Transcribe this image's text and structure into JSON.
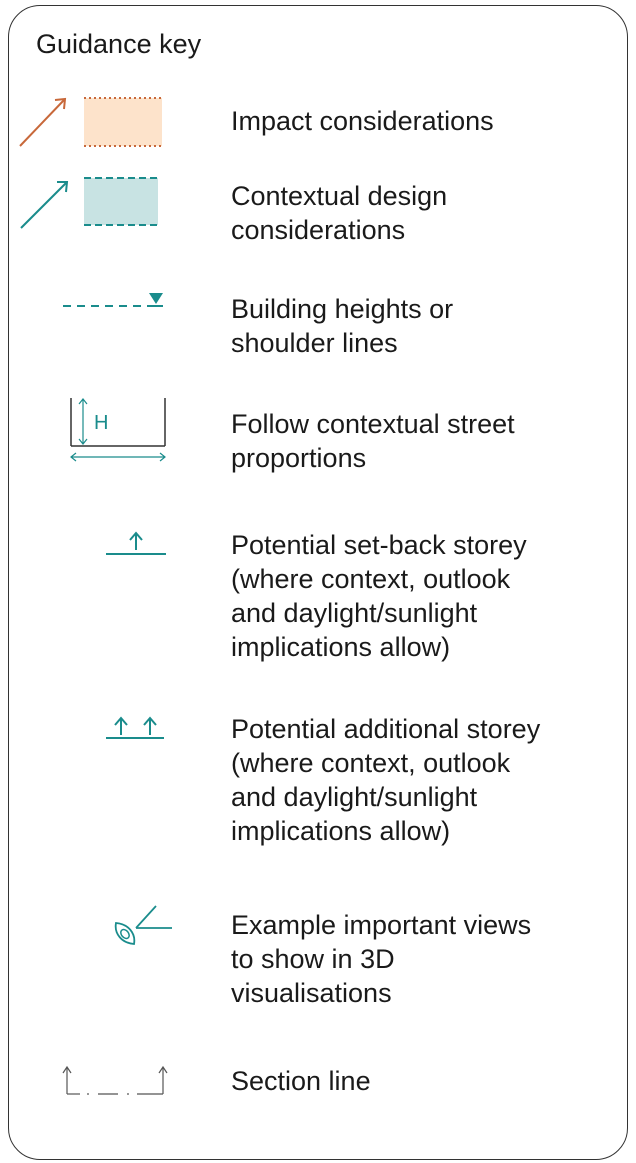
{
  "key": {
    "title": "Guidance key",
    "colors": {
      "impact_orange": "#c8683a",
      "impact_fill": "#fde3cb",
      "contextual_teal": "#1a8c8c",
      "contextual_fill": "#c8e3e3",
      "section_grey": "#555555"
    },
    "items": [
      {
        "icon": "impact-arrow-box-icon",
        "label": "Impact considerations"
      },
      {
        "icon": "contextual-arrow-box-icon",
        "label": "Contextual design\nconsiderations"
      },
      {
        "icon": "dashed-height-line-icon",
        "label": "Building heights or\nshoulder lines"
      },
      {
        "icon": "street-proportion-icon",
        "label": "Follow contextual street\nproportions",
        "symbol_text": "H"
      },
      {
        "icon": "setback-storey-icon",
        "label": "Potential set-back storey\n(where context, outlook\nand daylight/sunlight\nimplications allow)"
      },
      {
        "icon": "additional-storey-icon",
        "label": "Potential additional storey\n(where context, outlook\nand daylight/sunlight\nimplications allow)"
      },
      {
        "icon": "eye-view-icon",
        "label": "Example important views\nto show in 3D\nvisualisations"
      },
      {
        "icon": "section-line-icon",
        "label": "Section line"
      }
    ]
  }
}
